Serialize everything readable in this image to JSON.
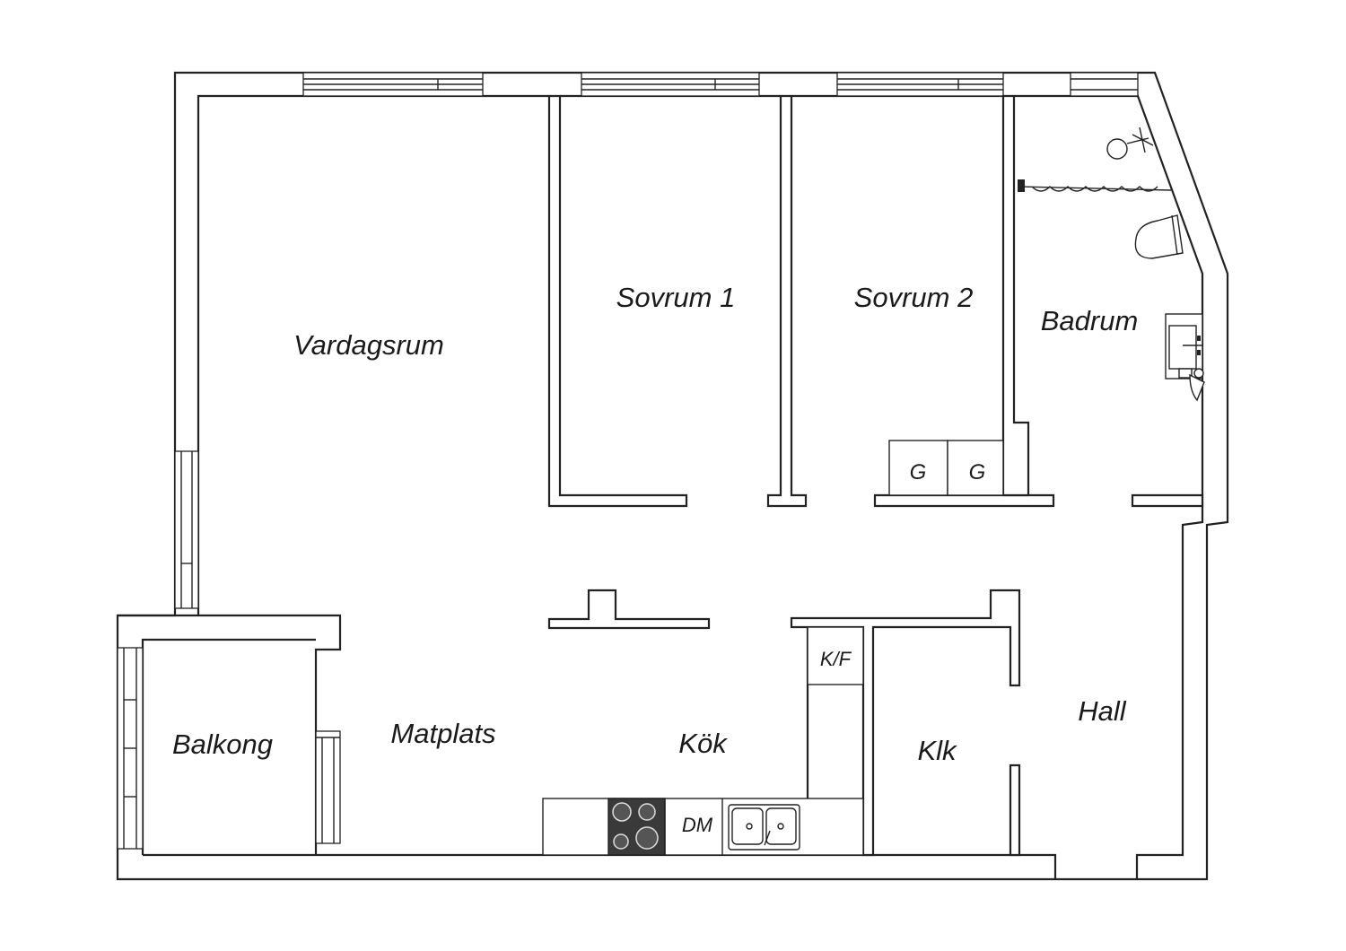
{
  "rooms": {
    "vardagsrum": "Vardagsrum",
    "sovrum1": "Sovrum 1",
    "sovrum2": "Sovrum 2",
    "badrum": "Badrum",
    "balkong": "Balkong",
    "matplats": "Matplats",
    "kok": "Kök",
    "klk": "Klk",
    "hall": "Hall"
  },
  "fixtures": {
    "wardrobe_1": "G",
    "wardrobe_2": "G",
    "fridge_freezer": "K/F",
    "dishwasher": "DM"
  },
  "colors": {
    "line": "#222222",
    "background": "#ffffff",
    "stove": "#3a3a3a"
  }
}
